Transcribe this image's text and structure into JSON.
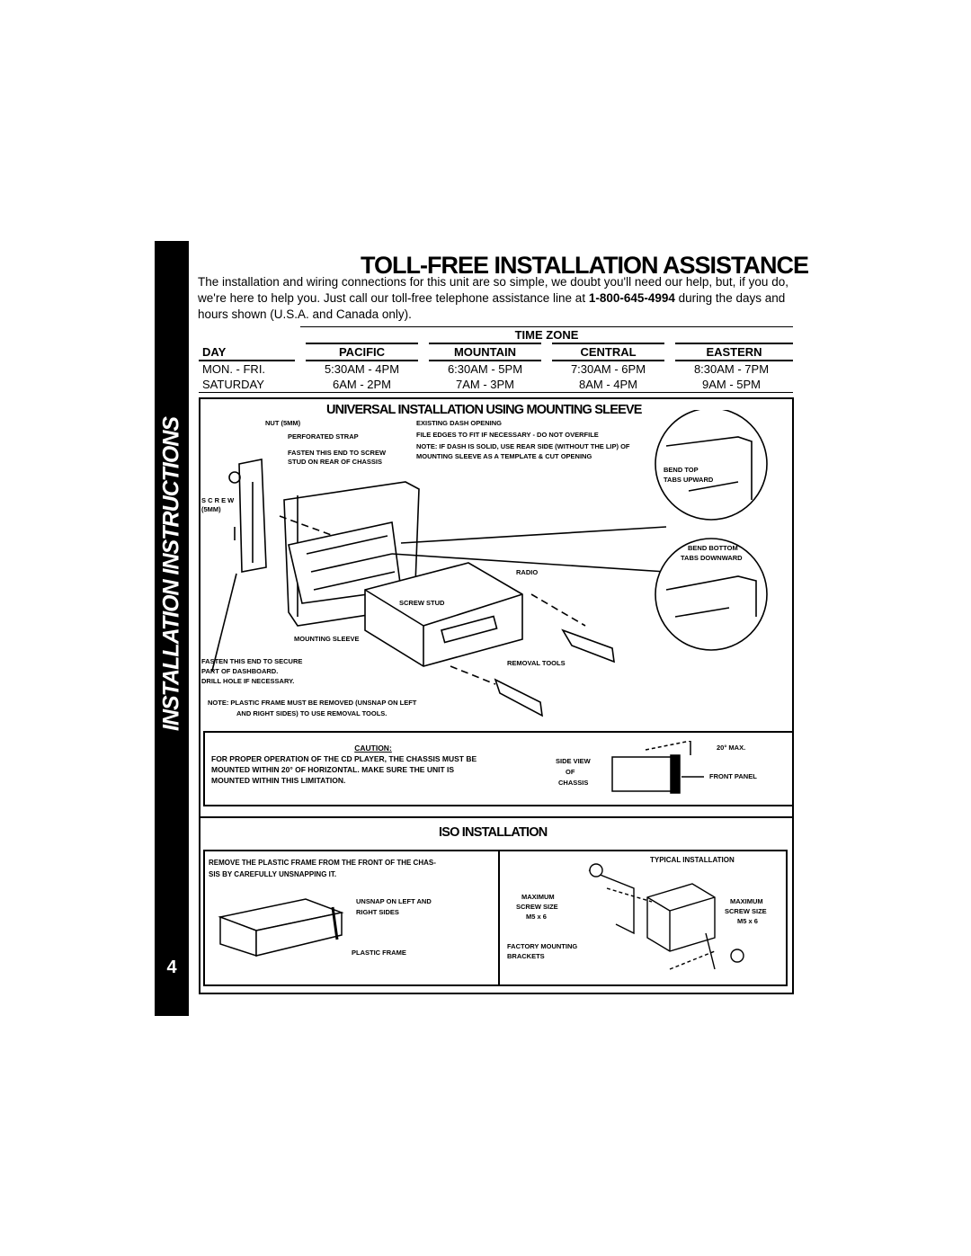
{
  "sidebar": {
    "label": "INSTALLATION INSTRUCTIONS",
    "page_number": "4"
  },
  "header": {
    "title": "TOLL-FREE INSTALLATION ASSISTANCE",
    "intro_before": "The installation and wiring connections for this unit are so simple, we doubt you'll need our help, but, if you do, we're here to help you. Just call our toll-free telephone assistance line at ",
    "phone": "1-800-645-4994",
    "intro_after": " during the days and hours shown (U.S.A. and Canada only)."
  },
  "schedule": {
    "time_zone_label": "TIME ZONE",
    "columns": [
      "DAY",
      "PACIFIC",
      "MOUNTAIN",
      "CENTRAL",
      "EASTERN"
    ],
    "rows": [
      [
        "MON. - FRI.",
        "5:30AM - 4PM",
        "6:30AM - 5PM",
        "7:30AM - 6PM",
        "8:30AM - 7PM"
      ],
      [
        "SATURDAY",
        "6AM - 2PM",
        "7AM - 3PM",
        "8AM - 4PM",
        "9AM - 5PM"
      ]
    ]
  },
  "universal": {
    "title": "UNIVERSAL INSTALLATION USING MOUNTING SLEEVE",
    "labels": {
      "nut": "NUT (5MM)",
      "strap": "PERFORATED STRAP",
      "fasten_stud_1": "FASTEN THIS END TO SCREW",
      "fasten_stud_2": "STUD ON REAR OF CHASSIS",
      "screw_1": "S C R E W",
      "screw_2": "(5MM)",
      "dash_1": "EXISTING DASH OPENING",
      "dash_2": "FILE EDGES TO FIT IF NECESSARY - DO NOT OVERFILE",
      "dash_3": "NOTE: IF DASH IS SOLID, USE REAR SIDE (WITHOUT THE LIP) OF",
      "dash_4": "MOUNTING SLEEVE AS A TEMPLATE & CUT OPENING",
      "bend_top_1": "BEND TOP",
      "bend_top_2": "TABS UPWARD",
      "bend_bottom_1": "BEND BOTTOM",
      "bend_bottom_2": "TABS DOWNWARD",
      "radio": "RADIO",
      "screw_stud": "SCREW  STUD",
      "sleeve": "MOUNTING SLEEVE",
      "fasten_dash_1": "FASTEN THIS END TO SECURE",
      "fasten_dash_2": "PART OF DASHBOARD.",
      "fasten_dash_3": "DRILL HOLE  IF  NECESSARY.",
      "removal": "REMOVAL TOOLS",
      "note_1": "NOTE:  PLASTIC FRAME MUST BE REMOVED (UNSNAP ON LEFT",
      "note_2": "AND RIGHT SIDES) TO USE REMOVAL TOOLS."
    },
    "caution": {
      "heading": "CAUTION:",
      "line1": "FOR PROPER OPERATION OF THE CD PLAYER, THE CHASSIS MUST BE",
      "line2": "MOUNTED WITHIN 20° OF HORIZONTAL. MAKE SURE THE UNIT IS",
      "line3": "MOUNTED WITHIN THIS LIMITATION.",
      "side_view_1": "SIDE VIEW",
      "side_view_2": "OF",
      "side_view_3": "CHASSIS",
      "max": "20° MAX.",
      "front_panel": "FRONT PANEL"
    }
  },
  "iso": {
    "title": "ISO INSTALLATION",
    "instruction_1": "REMOVE THE PLASTIC FRAME FROM THE FRONT OF THE CHAS-",
    "instruction_2": "SIS BY CAREFULLY UNSNAPPING IT.",
    "unsnap_1": "UNSNAP ON LEFT AND",
    "unsnap_2": "RIGHT SIDES",
    "plastic_frame": "PLASTIC FRAME",
    "typical": "TYPICAL INSTALLATION",
    "max_left_1": "MAXIMUM",
    "max_left_2": "SCREW SIZE",
    "max_left_3": "M5 x 6",
    "max_right_1": "MAXIMUM",
    "max_right_2": "SCREW SIZE",
    "max_right_3": "M5 x 6",
    "factory_1": "FACTORY MOUNTING",
    "factory_2": "BRACKETS"
  }
}
